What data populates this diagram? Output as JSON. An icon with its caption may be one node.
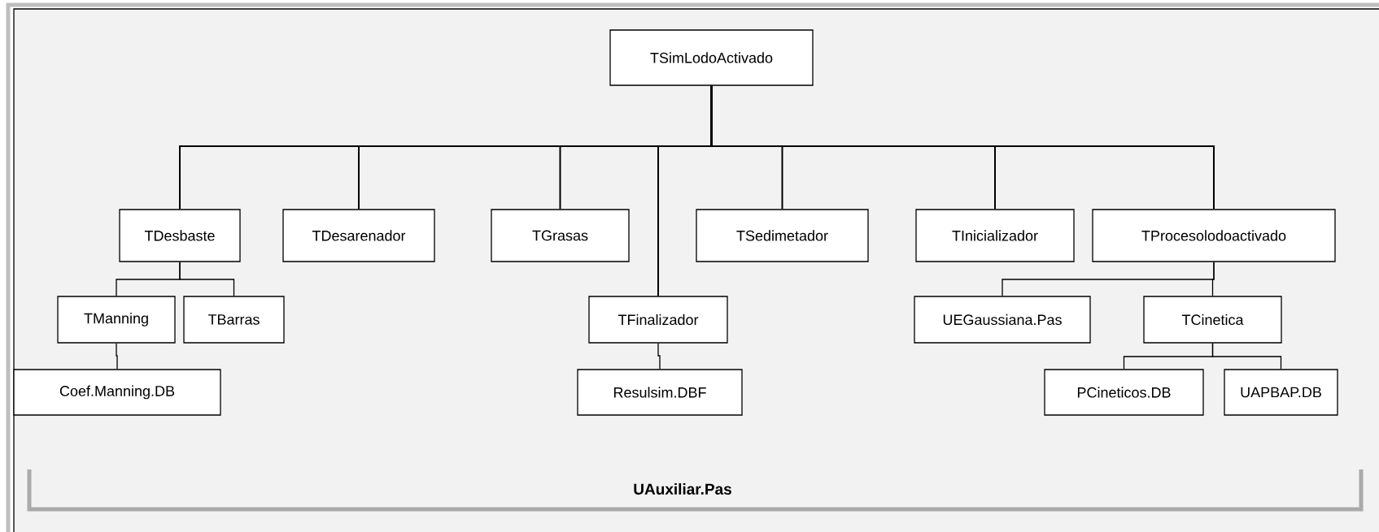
{
  "diagram": {
    "nodes": [
      {
        "text": [
          "TSimLodoActivado"
        ]
      },
      {
        "text": [
          "TDesbaste"
        ]
      },
      {
        "text": [
          "TDesarenador"
        ]
      },
      {
        "text": [
          "TGrasas"
        ]
      },
      {
        "text": [
          "TSedimetador"
        ]
      },
      {
        "text": [
          "TInicializador"
        ]
      },
      {
        "text": [
          "TProcesolodoactivado"
        ]
      },
      {
        "text": [
          "TManning"
        ]
      },
      {
        "text": [
          "TBarras"
        ]
      },
      {
        "text": [
          "TFinalizador"
        ]
      },
      {
        "text": [
          "UEGaussiana.Pas"
        ]
      },
      {
        "text": [
          "TCinetica"
        ]
      },
      {
        "text": [
          "Coef.Manning.DB"
        ]
      },
      {
        "text": [
          "Resulsim.DBF"
        ]
      },
      {
        "text": [
          "PCineticos.DB"
        ]
      },
      {
        "text": [
          "UAPBAP.DB"
        ]
      }
    ],
    "edges": [
      {
        "from": 0,
        "to": 1,
        "arrow": "none"
      },
      {
        "from": 0,
        "to": 2,
        "arrow": "none"
      },
      {
        "from": 0,
        "to": 3,
        "arrow": "none"
      },
      {
        "from": 0,
        "to": 9,
        "arrow": "none"
      },
      {
        "from": 0,
        "to": 4,
        "arrow": "none"
      },
      {
        "from": 0,
        "to": 5,
        "arrow": "none"
      },
      {
        "from": 0,
        "to": 6,
        "arrow": "none"
      },
      {
        "from": 1,
        "to": 7,
        "arrow": "none"
      },
      {
        "from": 1,
        "to": 8,
        "arrow": "none"
      },
      {
        "from": 7,
        "to": 12,
        "arrow": "none"
      },
      {
        "from": 9,
        "to": 13,
        "arrow": "none"
      },
      {
        "from": 6,
        "to": 10,
        "arrow": "none"
      },
      {
        "from": 6,
        "to": 11,
        "arrow": "none"
      },
      {
        "from": 11,
        "to": 14,
        "arrow": "none"
      },
      {
        "from": 11,
        "to": 15,
        "arrow": "none"
      }
    ],
    "labels": [
      "UAuxiliar.Pas"
    ]
  }
}
